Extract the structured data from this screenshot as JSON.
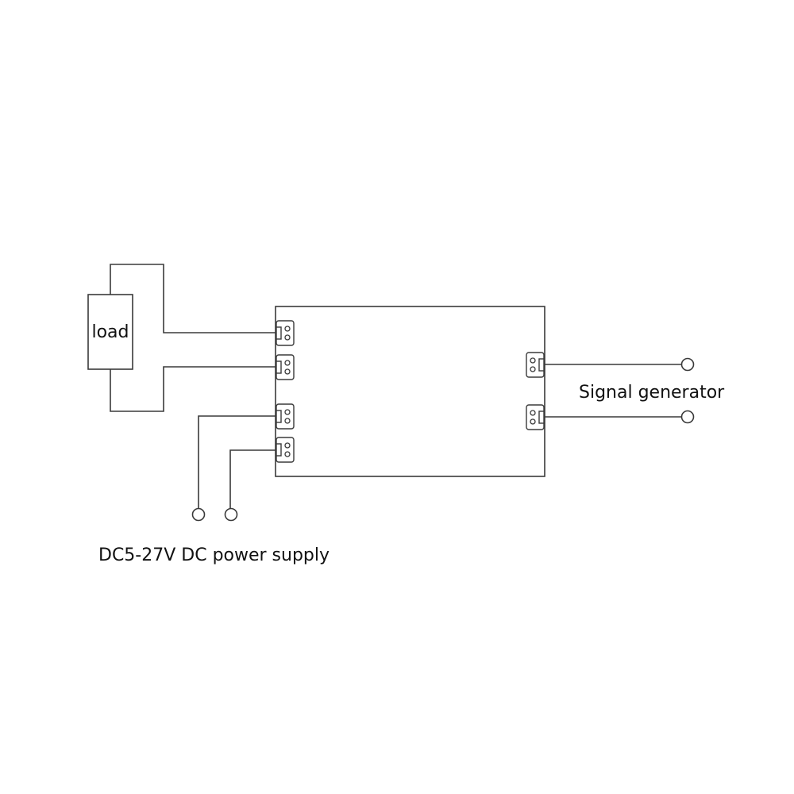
{
  "diagram": {
    "load_label": "load",
    "signal_label": "Signal generator",
    "power_label": "DC5-27V DC power supply"
  }
}
